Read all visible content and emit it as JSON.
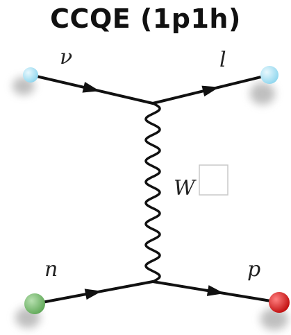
{
  "title": "CCQE (1p1h)",
  "particles": {
    "incoming_top": "ν",
    "outgoing_top": "l",
    "boson": "W",
    "incoming_bottom": "n",
    "outgoing_bottom": "p"
  },
  "colors": {
    "neutrino": "#9adcf0",
    "lepton": "#9adcf0",
    "neutron": "#7fc07a",
    "proton": "#d41f1f",
    "lines": "#111111"
  }
}
